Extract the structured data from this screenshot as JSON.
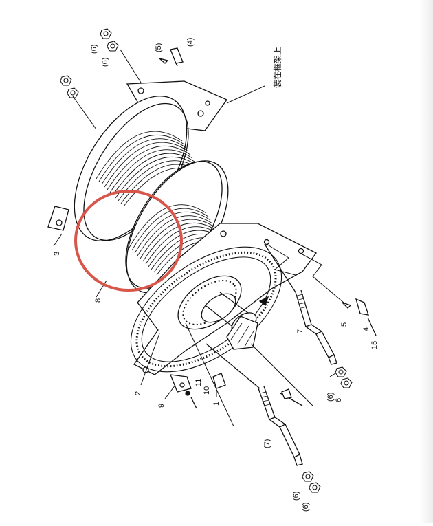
{
  "diagram": {
    "side_note": "装在框架上",
    "callouts": {
      "c1": "1",
      "c2": "2",
      "c3": "3",
      "c4a": "(4)",
      "c4b": "4",
      "c5a": "(5)",
      "c5b": "5",
      "c6a": "(6)",
      "c6b": "(6)",
      "c6c": "(6)",
      "c6d": "6",
      "c6e": "(6)",
      "c6f": "(6)",
      "c7a": "7",
      "c7b": "(7)",
      "c8": "8",
      "c9": "9",
      "c10": "10",
      "c11": "11",
      "c15": "15"
    },
    "highlight_color": "#d8554a",
    "line_color": "#111111"
  }
}
